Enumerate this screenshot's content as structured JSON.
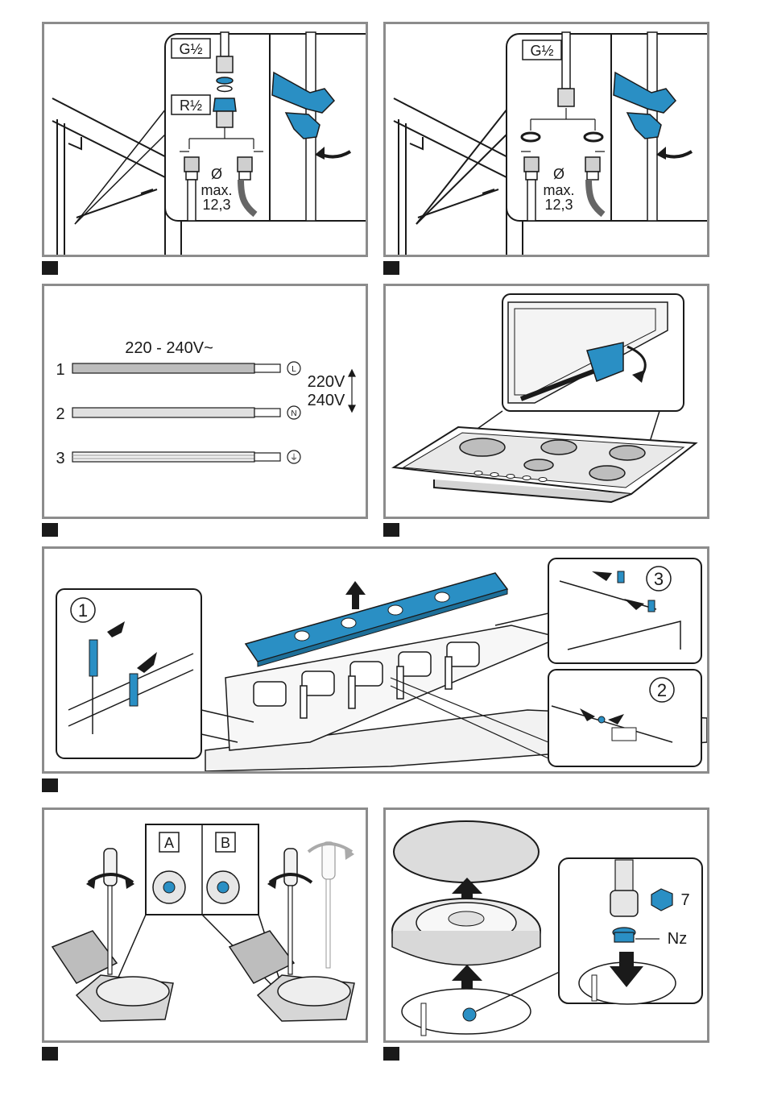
{
  "colors": {
    "frame": "#8c8c8c",
    "accent_blue": "#2a8fc4",
    "ink": "#1a1a1a",
    "surface": "#e3e3e3"
  },
  "panel1": {
    "thread_top": "G½",
    "thread_bottom": "R½",
    "diameter_symbol": "Ø",
    "max_label": "max.",
    "max_value": "12,3"
  },
  "panel2": {
    "thread_top": "G½",
    "diameter_symbol": "Ø",
    "max_label": "max.",
    "max_value": "12,3"
  },
  "panel3": {
    "voltage_title": "220 - 240V~",
    "wires": [
      {
        "number": "1",
        "terminal": "L"
      },
      {
        "number": "2",
        "terminal": "N"
      },
      {
        "number": "3",
        "terminal": "⏚"
      }
    ],
    "voltage_a": "220V",
    "voltage_b": "240V"
  },
  "panel5": {
    "callouts": [
      "1",
      "3",
      "2"
    ]
  },
  "panel6": {
    "label_a": "A",
    "label_b": "B"
  },
  "panel7": {
    "wrench_size": "7",
    "nozzle_label": "Nz"
  },
  "icons": [
    "wrench-icon",
    "rotate-arrow-icon",
    "screwdriver-icon",
    "push-arrow-icon",
    "lift-arrow-icon",
    "ground-symbol-icon"
  ]
}
